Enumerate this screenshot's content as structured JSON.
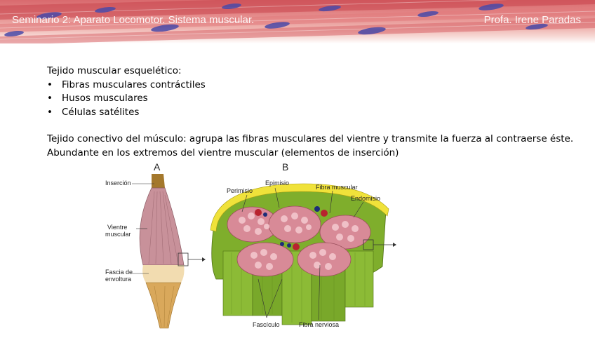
{
  "header": {
    "title": "Seminario 2: Aparato Locomotor. Sistema muscular.",
    "author": "Profa. Irene  Paradas"
  },
  "body": {
    "heading1": "Tejido muscular esquelético:",
    "bullets": [
      "Fibras musculares contráctiles",
      "Husos musculares",
      "Células satélites"
    ],
    "para1": "Tejido conectivo del músculo: agrupa las fibras musculares del vientre y transmite la fuerza al contraerse éste.",
    "para2": "Abundante en los extremos del vientre muscular (elementos de inserción)"
  },
  "figure": {
    "panel_a": "A",
    "panel_b": "B",
    "labels": {
      "insercion": "Inserción",
      "vientre_1": "Vientre",
      "vientre_2": "muscular",
      "fascia_1": "Fascia de",
      "fascia_2": "envoltura",
      "perimisio": "Perimisio",
      "epimisio": "Epimisio",
      "fibra_muscular": "Fibra muscular",
      "endomisio": "Endomisio",
      "fasciculo": "Fascículo",
      "fibra_nerviosa": "Fibra nerviosa"
    }
  }
}
